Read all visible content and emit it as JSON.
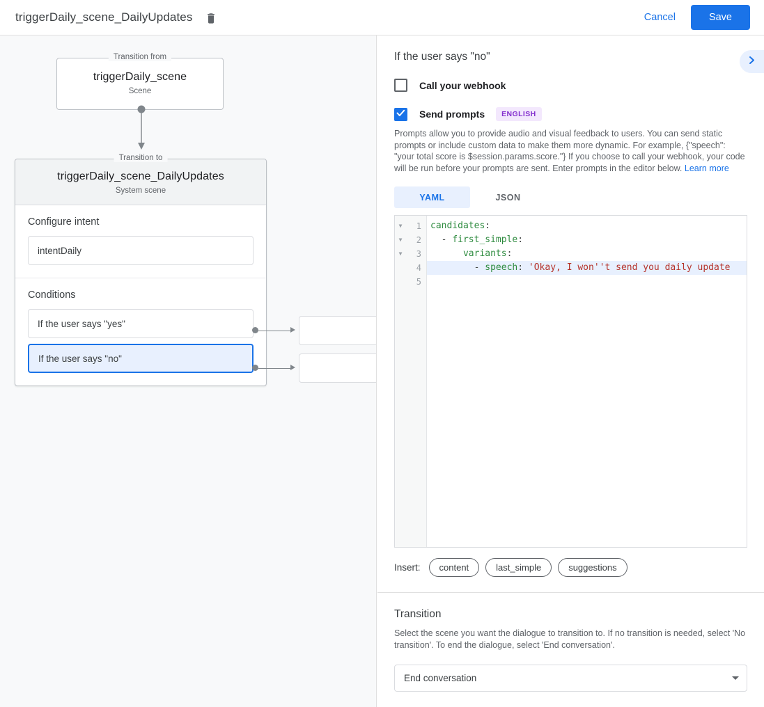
{
  "topbar": {
    "title": "triggerDaily_scene_DailyUpdates",
    "delete_icon": "trash-icon",
    "cancel_label": "Cancel",
    "save_label": "Save"
  },
  "colors": {
    "accent": "#1a73e8",
    "accent_light": "#e8f0fe",
    "badge_bg": "#f3e8fd",
    "badge_fg": "#8430ce",
    "canvas_bg": "#f8f9fa",
    "code_key": "#2e8b3f",
    "code_string": "#b5322a"
  },
  "canvas": {
    "from_node": {
      "legend": "Transition from",
      "title": "triggerDaily_scene",
      "subtitle": "Scene"
    },
    "to_node": {
      "legend": "Transition to",
      "title": "triggerDaily_scene_DailyUpdates",
      "subtitle": "System scene"
    },
    "intent_section": {
      "label": "Configure intent",
      "value": "intentDaily"
    },
    "conditions_section": {
      "label": "Conditions",
      "items": [
        {
          "label": "If the user says \"yes\"",
          "selected": false
        },
        {
          "label": "If the user says \"no\"",
          "selected": true
        }
      ]
    }
  },
  "panel": {
    "title": "If the user says \"no\"",
    "collapse_icon": "chevron-right-icon",
    "webhook": {
      "label": "Call your webhook",
      "checked": false
    },
    "prompts": {
      "label": "Send prompts",
      "checked": true,
      "language_badge": "ENGLISH",
      "help_text": "Prompts allow you to provide audio and visual feedback to users. You can send static prompts or include custom data to make them more dynamic. For example, {\"speech\": \"your total score is $session.params.score.\"} If you choose to call your webhook, your code will be run before your prompts are sent. Enter prompts in the editor below.",
      "help_link": "Learn more"
    },
    "editor_tabs": [
      {
        "label": "YAML",
        "active": true
      },
      {
        "label": "JSON",
        "active": false
      }
    ],
    "editor": {
      "lines": [
        {
          "num": "1",
          "fold": true,
          "highlight": false,
          "tokens": [
            {
              "t": "candidates",
              "c": "k"
            },
            {
              "t": ":",
              "c": "p"
            }
          ]
        },
        {
          "num": "2",
          "fold": true,
          "highlight": false,
          "tokens": [
            {
              "t": "  - ",
              "c": "p"
            },
            {
              "t": "first_simple",
              "c": "k"
            },
            {
              "t": ":",
              "c": "p"
            }
          ]
        },
        {
          "num": "3",
          "fold": true,
          "highlight": false,
          "tokens": [
            {
              "t": "      ",
              "c": "p"
            },
            {
              "t": "variants",
              "c": "k"
            },
            {
              "t": ":",
              "c": "p"
            }
          ]
        },
        {
          "num": "4",
          "fold": false,
          "highlight": true,
          "tokens": [
            {
              "t": "        - ",
              "c": "p"
            },
            {
              "t": "speech",
              "c": "k"
            },
            {
              "t": ": ",
              "c": "p"
            },
            {
              "t": "'Okay, I won''t send you daily update",
              "c": "s"
            }
          ]
        },
        {
          "num": "5",
          "fold": false,
          "highlight": false,
          "tokens": []
        }
      ]
    },
    "insert": {
      "label": "Insert:",
      "chips": [
        "content",
        "last_simple",
        "suggestions"
      ]
    },
    "transition": {
      "title": "Transition",
      "help_text": "Select the scene you want the dialogue to transition to. If no transition is needed, select 'No transition'. To end the dialogue, select 'End conversation'.",
      "selected": "End conversation",
      "caret_icon": "chevron-down-icon"
    }
  }
}
